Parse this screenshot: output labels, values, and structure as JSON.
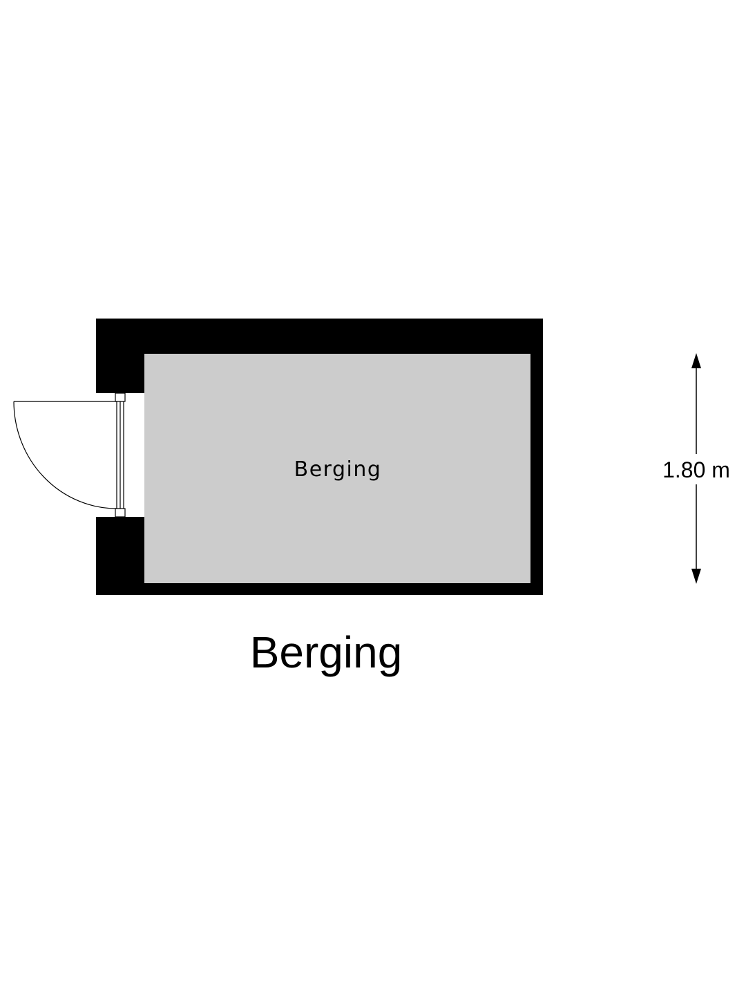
{
  "plan": {
    "title": "Berging",
    "rooms": [
      {
        "name": "Berging"
      }
    ],
    "dimensions": [
      {
        "label": "1.80 m"
      }
    ]
  },
  "colors": {
    "wall": "#000000",
    "floor": "#cccccc",
    "background": "#ffffff",
    "text": "#000000"
  }
}
